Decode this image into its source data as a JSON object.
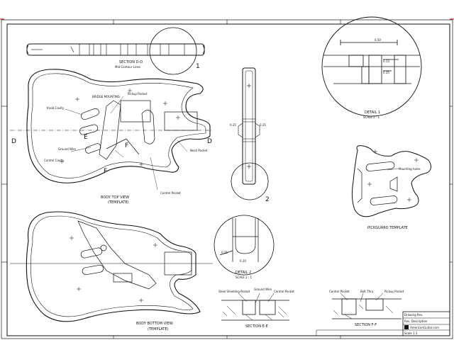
{
  "section_d": {
    "title": "SECTION D-D",
    "subtitle": "Mid Contour Lines"
  },
  "body_top": {
    "title": "BODY TOP VIEW",
    "subtitle": "(TEMPLATE)"
  },
  "body_bottom": {
    "title": "BODY BOTTOM VIEW",
    "subtitle": "(TEMPLATE)"
  },
  "pickguard": {
    "title": "PICKGUARD TEMPLATE",
    "note": "Mounting holes"
  },
  "detail_1": {
    "marker": "1",
    "title": "DETAIL 1",
    "scale": "SCALE 2 : 1",
    "dims": [
      "0.50",
      "0.13",
      "0.35"
    ]
  },
  "detail_2": {
    "marker": "2",
    "title": "DETAIL 2",
    "scale": "SCALE 2 : 1",
    "dims": [
      "0.25",
      "0.20"
    ]
  },
  "neck": {
    "dims": [
      "0.25",
      "0.25"
    ]
  },
  "section_e": {
    "title": "SECTION E-E",
    "labels": [
      "Steel Shielding Pocket",
      "Ground Wire",
      "Control Pocket"
    ]
  },
  "section_f": {
    "title": "SECTION F-F",
    "labels": [
      "Control Pocket",
      "Bolt Thru",
      "Pickup Pocket"
    ]
  },
  "callouts": {
    "neck_pickup": "Pickup Pocket",
    "bridge": "BRIDGE MOUNTING",
    "neck_pocket": "Neck Pocket",
    "control_pocket": "Control Pocket",
    "ground_wire": "Ground Wire",
    "control_cavity": "Control Cavity",
    "knob": "Knob Cavity"
  },
  "section_letters": {
    "d": "D",
    "e": "E",
    "f": "F"
  },
  "title_block": {
    "rows": [
      "Drawing Rev.",
      "Rev. Description",
      "Scale 1:1"
    ],
    "site": "AmericanGuitar.com"
  }
}
